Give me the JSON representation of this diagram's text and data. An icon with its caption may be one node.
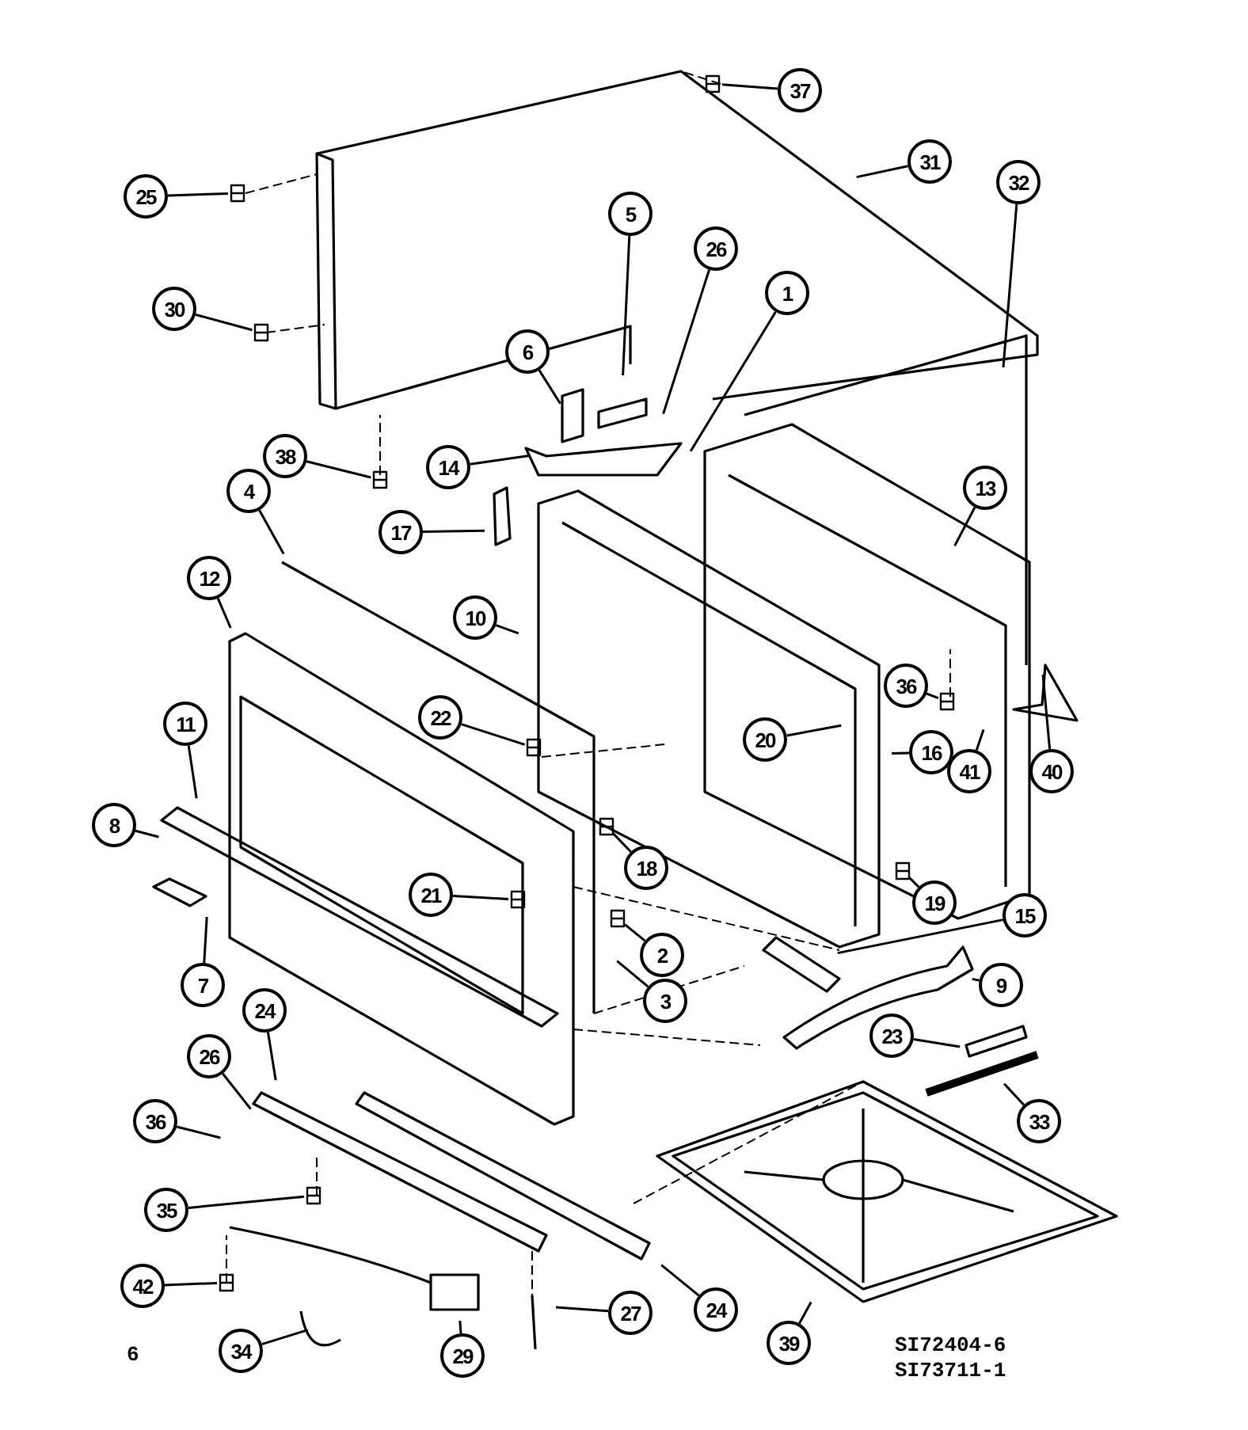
{
  "diagram": {
    "nodes": [
      {
        "text": [
          "37"
        ]
      },
      {
        "text": [
          "25"
        ]
      },
      {
        "text": [
          "31"
        ]
      },
      {
        "text": [
          "32"
        ]
      },
      {
        "text": [
          "5"
        ]
      },
      {
        "text": [
          "26"
        ]
      },
      {
        "text": [
          "1"
        ]
      },
      {
        "text": [
          "30"
        ]
      },
      {
        "text": [
          "6"
        ]
      },
      {
        "text": [
          "14"
        ]
      },
      {
        "text": [
          "38"
        ]
      },
      {
        "text": [
          "4"
        ]
      },
      {
        "text": [
          "13"
        ]
      },
      {
        "text": [
          "17"
        ]
      },
      {
        "text": [
          "12"
        ]
      },
      {
        "text": [
          "10"
        ]
      },
      {
        "text": [
          "36"
        ]
      },
      {
        "text": [
          "22"
        ]
      },
      {
        "text": [
          "20"
        ]
      },
      {
        "text": [
          "16"
        ]
      },
      {
        "text": [
          "41"
        ]
      },
      {
        "text": [
          "40"
        ]
      },
      {
        "text": [
          "11"
        ]
      },
      {
        "text": [
          "8"
        ]
      },
      {
        "text": [
          "18"
        ]
      },
      {
        "text": [
          "21"
        ]
      },
      {
        "text": [
          "7"
        ]
      },
      {
        "text": [
          "2"
        ]
      },
      {
        "text": [
          "19"
        ]
      },
      {
        "text": [
          "3"
        ]
      },
      {
        "text": [
          "15"
        ]
      },
      {
        "text": [
          "9"
        ]
      },
      {
        "text": [
          "24"
        ]
      },
      {
        "text": [
          "26"
        ]
      },
      {
        "text": [
          "23"
        ]
      },
      {
        "text": [
          "36"
        ]
      },
      {
        "text": [
          "33"
        ]
      },
      {
        "text": [
          "35"
        ]
      },
      {
        "text": [
          "42"
        ]
      },
      {
        "text": [
          "24"
        ]
      },
      {
        "text": [
          "27"
        ]
      },
      {
        "text": [
          "39"
        ]
      },
      {
        "text": [
          "29"
        ]
      },
      {
        "text": [
          "34"
        ]
      }
    ],
    "edges": [
      {
        "from": 0,
        "to": null,
        "arrow": "none"
      },
      {
        "from": 1,
        "to": null,
        "arrow": "none"
      },
      {
        "from": 2,
        "to": null,
        "arrow": "none"
      },
      {
        "from": 3,
        "to": null,
        "arrow": "none"
      },
      {
        "from": 4,
        "to": null,
        "arrow": "none"
      },
      {
        "from": 5,
        "to": null,
        "arrow": "none"
      },
      {
        "from": 6,
        "to": null,
        "arrow": "none"
      },
      {
        "from": 7,
        "to": null,
        "arrow": "none"
      },
      {
        "from": 8,
        "to": null,
        "arrow": "none"
      },
      {
        "from": 9,
        "to": null,
        "arrow": "none"
      },
      {
        "from": 10,
        "to": null,
        "arrow": "none"
      },
      {
        "from": 11,
        "to": null,
        "arrow": "none"
      },
      {
        "from": 12,
        "to": null,
        "arrow": "none"
      },
      {
        "from": 13,
        "to": null,
        "arrow": "none"
      },
      {
        "from": 14,
        "to": null,
        "arrow": "none"
      },
      {
        "from": 15,
        "to": null,
        "arrow": "none"
      },
      {
        "from": 16,
        "to": null,
        "arrow": "none"
      },
      {
        "from": 17,
        "to": null,
        "arrow": "none"
      },
      {
        "from": 18,
        "to": null,
        "arrow": "none"
      },
      {
        "from": 19,
        "to": null,
        "arrow": "none"
      },
      {
        "from": 20,
        "to": null,
        "arrow": "none"
      },
      {
        "from": 21,
        "to": null,
        "arrow": "none"
      },
      {
        "from": 22,
        "to": null,
        "arrow": "none"
      },
      {
        "from": 23,
        "to": null,
        "arrow": "none"
      },
      {
        "from": 24,
        "to": null,
        "arrow": "none"
      },
      {
        "from": 25,
        "to": null,
        "arrow": "none"
      },
      {
        "from": 26,
        "to": null,
        "arrow": "none"
      },
      {
        "from": 27,
        "to": null,
        "arrow": "none"
      },
      {
        "from": 28,
        "to": null,
        "arrow": "none"
      },
      {
        "from": 29,
        "to": null,
        "arrow": "none"
      },
      {
        "from": 30,
        "to": null,
        "arrow": "none"
      },
      {
        "from": 31,
        "to": null,
        "arrow": "none"
      },
      {
        "from": 32,
        "to": null,
        "arrow": "none"
      },
      {
        "from": 33,
        "to": null,
        "arrow": "none"
      },
      {
        "from": 34,
        "to": null,
        "arrow": "none"
      },
      {
        "from": 35,
        "to": null,
        "arrow": "none"
      },
      {
        "from": 36,
        "to": null,
        "arrow": "none"
      },
      {
        "from": 37,
        "to": null,
        "arrow": "none"
      },
      {
        "from": 38,
        "to": null,
        "arrow": "none"
      },
      {
        "from": 39,
        "to": null,
        "arrow": "none"
      },
      {
        "from": 40,
        "to": null,
        "arrow": "none"
      },
      {
        "from": 41,
        "to": null,
        "arrow": "none"
      },
      {
        "from": 42,
        "to": null,
        "arrow": "none"
      },
      {
        "from": 43,
        "to": null,
        "arrow": "none"
      }
    ],
    "labels": [
      "6",
      "SI72404-6",
      "SI73711-1"
    ]
  }
}
